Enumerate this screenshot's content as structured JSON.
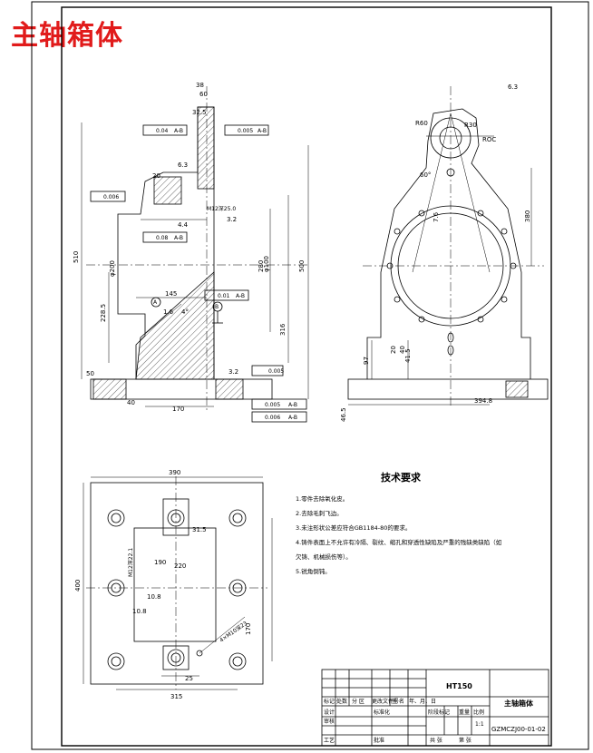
{
  "page": {
    "title": "主轴箱体"
  },
  "technical_requirements": {
    "heading": "技术要求",
    "items": [
      "1.零件去除氧化皮。",
      "2.去除毛刺飞边。",
      "3.未注形状公差应符合GB1184-80的要求。",
      "4.铸件表面上不允许有冷隔、裂纹、缩孔和穿透性缺陷及严重的残缺类缺陷（如",
      "欠铸、机械损伤等）。",
      "5.锐角倒钝。"
    ]
  },
  "title_block": {
    "material": "HT150",
    "part_name": "主轴箱体",
    "drawing_no": "GZMCZJ00-01-02",
    "row_labels": [
      "标记",
      "设计",
      "审核",
      "工艺"
    ],
    "head_cells": [
      "标记",
      "处数",
      "分 区",
      "更改文件号",
      "签 名",
      "年、月、日"
    ],
    "labels": {
      "standardize": "标准化",
      "approve": "批准",
      "stage_mark": "阶段标记",
      "weight": "重量",
      "scale": "比例",
      "sheet_total": "共 张",
      "sheet_no": "第 张",
      "scale_value": "1:1"
    }
  },
  "front_view": {
    "dims": [
      "38",
      "60",
      "32.5",
      "0.04",
      "A-B",
      "0.005",
      "A-B",
      "0.006",
      "0.08",
      "A-B",
      "0.01",
      "A-B",
      "4.4",
      "500",
      "510",
      "316",
      "228.5",
      "145",
      "M12深25.0",
      "3.2",
      "φ100",
      "φ200",
      "170",
      "280",
      "50",
      "3.2",
      "0.005",
      "0.005",
      "A-B",
      "0.006",
      "A-B",
      "40",
      "4°",
      "1.6",
      "20",
      "6.3"
    ],
    "datum_labels": [
      "A",
      "B"
    ]
  },
  "side_view": {
    "dims": [
      "R60",
      "R30",
      "ROC",
      "60°",
      "380",
      "7.6",
      "394.8",
      "40",
      "20",
      "41.5",
      "97",
      "46.5",
      "6.3"
    ]
  },
  "top_view": {
    "dims": [
      "390",
      "31.5",
      "M12深22.1",
      "220",
      "190",
      "10.8",
      "400",
      "170",
      "10.8",
      "25",
      "315",
      "4×M10深23"
    ]
  }
}
